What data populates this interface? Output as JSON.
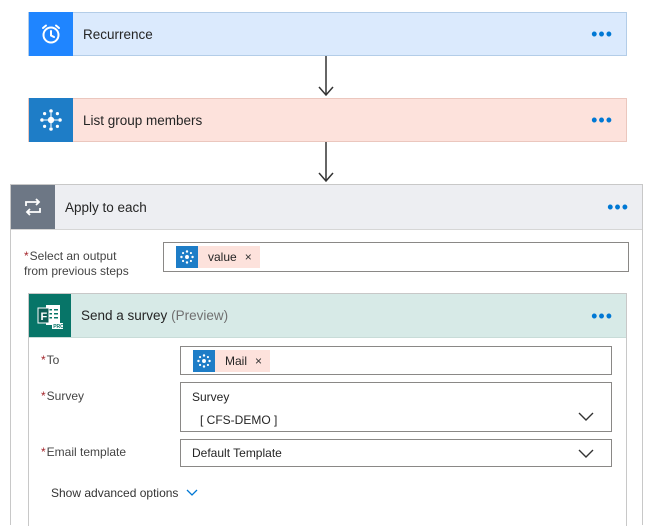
{
  "steps": {
    "recurrence": {
      "title": "Recurrence",
      "more": "•••"
    },
    "list_group": {
      "title": "List group members",
      "more": "•••"
    },
    "apply_each": {
      "title": "Apply to each",
      "more": "•••"
    }
  },
  "apply_each": {
    "select_label_line1": "Select an output",
    "select_label_line2": "from previous steps",
    "required": "*",
    "token_value": "value",
    "token_remove": "×"
  },
  "survey_action": {
    "title": "Send a survey",
    "preview": "(Preview)",
    "more": "•••",
    "fields": {
      "to_label": "To",
      "to_token": "Mail",
      "to_remove": "×",
      "survey_label": "Survey",
      "survey_title": "Survey",
      "survey_value": "[ CFS-DEMO ]",
      "email_label": "Email template",
      "email_value": "Default Template"
    },
    "advanced": "Show advanced options"
  },
  "colors": {
    "recurrence_bg": "#dbeafd",
    "recurrence_icon": "#1f85ff",
    "list_bg": "#fde2dc",
    "list_icon": "#1e7dc7",
    "apply_header": "#edeef2",
    "apply_icon": "#6d7785",
    "forms_header": "#d7eae7",
    "forms_icon": "#077568",
    "accent": "#0078d4"
  }
}
